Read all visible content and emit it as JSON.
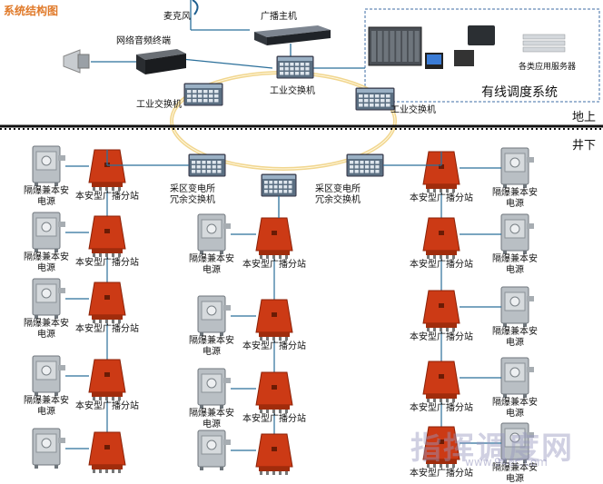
{
  "title": "系统结构图",
  "labels": {
    "microphone": "麦克风",
    "broadcast_host": "广播主机",
    "network_terminal": "网络音频终端",
    "switch_center": "工业交换机",
    "switch_left": "工业交换机",
    "switch_right": "工业交换机",
    "app_servers": "各类应用服务器",
    "dispatch_system": "有线调度系统",
    "above_ground": "地上",
    "underground": "井下",
    "substation_left": "采区变电所\n冗余交换机",
    "substation_right": "采区变电所\n冗余交换机",
    "power_supply": "隔爆兼本安\n电源",
    "station": "本安型广播分站"
  },
  "watermark": {
    "text": "指挥调度网",
    "url": "www.94ec.com"
  },
  "colors": {
    "title": "#e07a2a",
    "station_red": "#cc3a15",
    "ring": "#f1d68f",
    "cable": "#2b6f9a",
    "dashed_box": "#3f6ea4"
  },
  "icons": [
    "speaker-icon",
    "microphone-icon",
    "server-icon",
    "switch-icon",
    "power-supply-icon",
    "broadcast-station-icon"
  ]
}
